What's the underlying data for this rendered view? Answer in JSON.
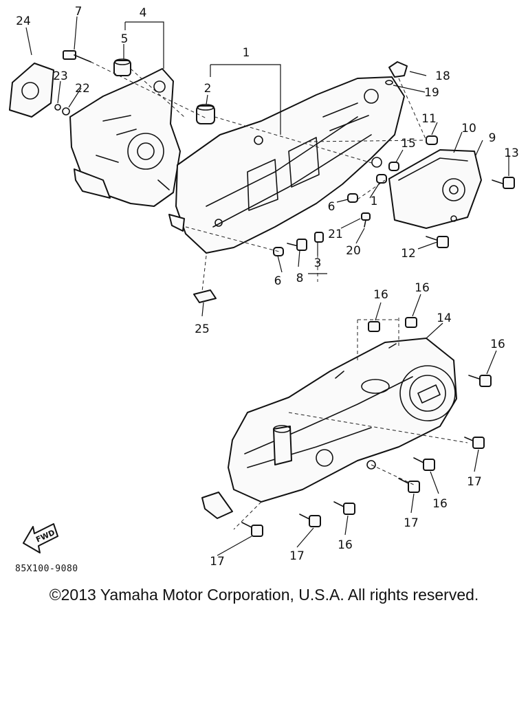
{
  "diagram": {
    "drawing_code": "85X100-9080",
    "fwd_label": "FWD",
    "callouts": [
      "24",
      "7",
      "4",
      "5",
      "23",
      "22",
      "1",
      "2",
      "18",
      "19",
      "11",
      "10",
      "9",
      "15",
      "13",
      "6",
      "21",
      "20",
      "1",
      "3",
      "8",
      "6",
      "12",
      "25",
      "16",
      "16",
      "14",
      "16",
      "17",
      "16",
      "17",
      "17",
      "16",
      "17"
    ]
  },
  "footer": {
    "copyright": "©2013 Yamaha Motor Corporation, U.S.A. All rights reserved."
  }
}
